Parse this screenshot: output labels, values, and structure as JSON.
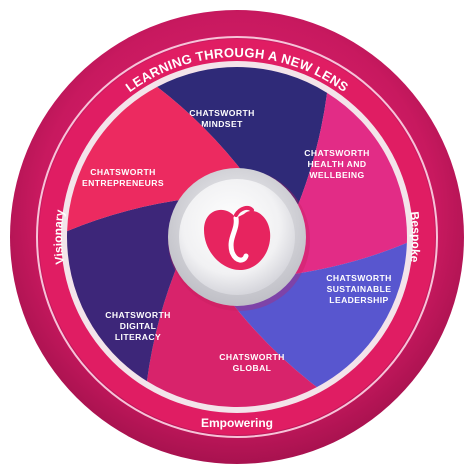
{
  "ring": {
    "top_text": "LEARNING THROUGH A NEW LENS",
    "left_text": "Visionary",
    "right_text": "Bespoke",
    "bottom_text": "Empowering"
  },
  "segments": [
    {
      "id": "mindset",
      "lines": [
        "CHATSWORTH",
        "MINDSET"
      ],
      "color": "#2f2a78"
    },
    {
      "id": "health",
      "lines": [
        "CHATSWORTH",
        "HEALTH AND",
        "WELLBEING"
      ],
      "color": "#e22c86"
    },
    {
      "id": "leadership",
      "lines": [
        "CHATSWORTH",
        "SUSTAINABLE",
        "LEADERSHIP"
      ],
      "color": "#5856cf"
    },
    {
      "id": "global",
      "lines": [
        "CHATSWORTH",
        "GLOBAL"
      ],
      "color": "#d8236b"
    },
    {
      "id": "digital",
      "lines": [
        "CHATSWORTH",
        "DIGITAL",
        "LITERACY"
      ],
      "color": "#3d2679"
    },
    {
      "id": "entrepreneurs",
      "lines": [
        "CHATSWORTH",
        "ENTREPRENEURS"
      ],
      "color": "#ec2a60"
    }
  ],
  "colors": {
    "outer_ring": "#c8195f",
    "outer_ring_dark": "#a8124f",
    "inner_ring": "#e01d63",
    "disc_background": "#f3e4ea",
    "hub_icon": "#e7245f"
  },
  "hub": {
    "icon": "heart-leaf-icon"
  }
}
